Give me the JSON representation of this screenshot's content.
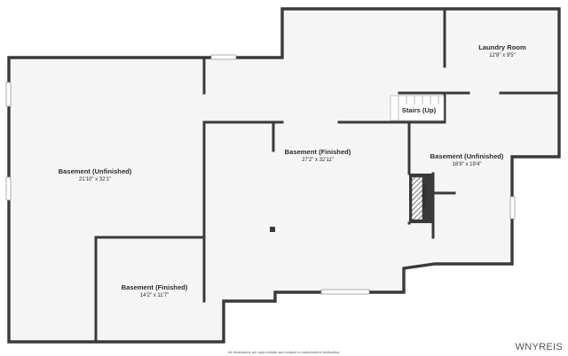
{
  "rooms": {
    "laundry": {
      "name": "Laundry Room",
      "dims": "12'8\" x 9'5\""
    },
    "stairs": {
      "name": "Stairs (Up)"
    },
    "basement_finished": {
      "name": "Basement (Finished)",
      "dims": "27'2\" x 32'11\""
    },
    "basement_unfin_right": {
      "name": "Basement (Unfinished)",
      "dims": "16'9\" x 19'4\""
    },
    "basement_unfin_left": {
      "name": "Basement (Unfinished)",
      "dims": "21'10\" x 32'1\""
    },
    "basement_fin_small": {
      "name": "Basement (Finished)",
      "dims": "14'2\" x 11'7\""
    },
    "fireplace": {
      "name": "Fireplace"
    }
  },
  "disclaimer": "All dimensions are approximate and subject to independent verification.",
  "brand": "WNYREIS",
  "colors": {
    "wall": "#3a3a3a",
    "floor": "#f5f5f5",
    "window": "#c8c8c8"
  }
}
